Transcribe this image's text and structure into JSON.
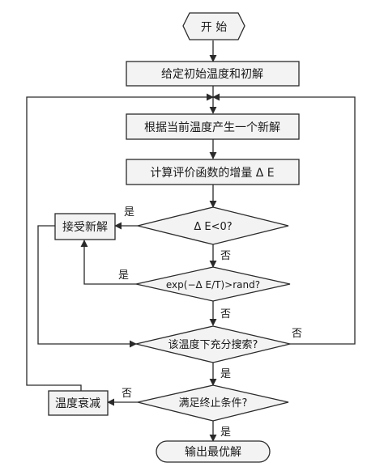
{
  "flowchart": {
    "start": "开  始",
    "init": "给定初始温度和初解",
    "generate": "根据当前温度产生一个新解",
    "compute": "计算评价函数的增量 Δ E",
    "check_delta": "Δ E<0?",
    "check_exp": "exp(−Δ E/T)>rand?",
    "accept": "接受新解",
    "search_done": "该温度下充分搜索?",
    "cool": "温度衰减",
    "stop_check": "满足终止条件?",
    "output": "输出最优解"
  },
  "edge_labels": {
    "delta_yes": "是",
    "delta_no": "否",
    "exp_yes": "是",
    "exp_no": "否",
    "search_yes": "是",
    "search_no": "否",
    "stop_yes": "是",
    "stop_no": "否"
  }
}
